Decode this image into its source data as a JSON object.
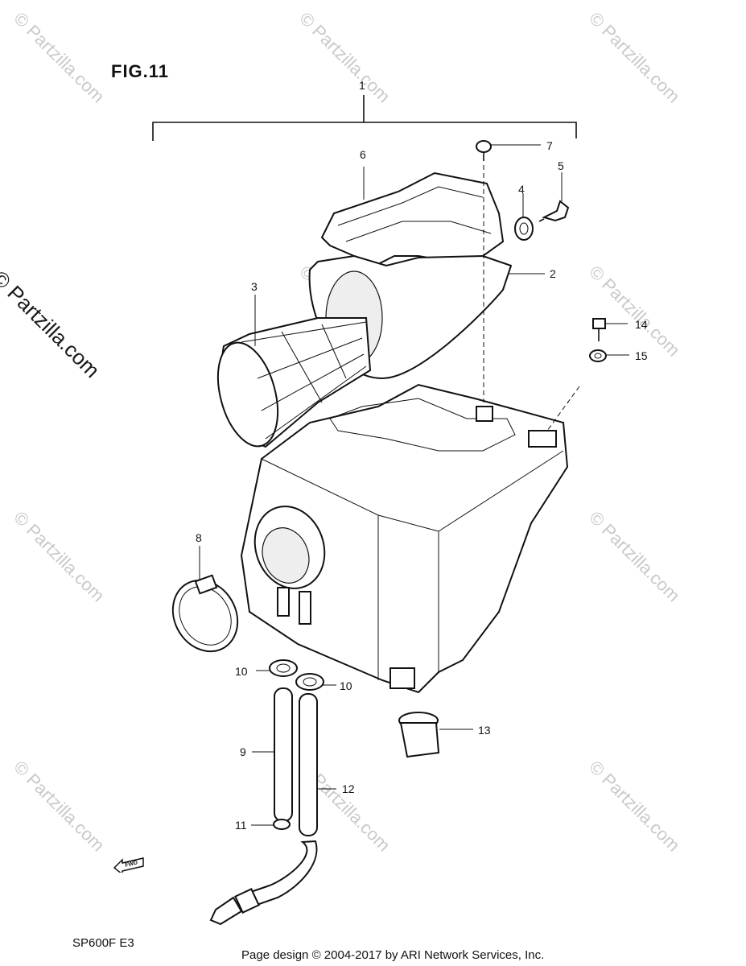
{
  "figure": {
    "title": "FIG.11",
    "model": "SP600F  E3",
    "footer": "Page design © 2004-2017 by ARI Network Services, Inc."
  },
  "watermark": {
    "text": "© Partzilla.com"
  },
  "fwd_label": "FWD",
  "callouts": [
    {
      "id": "1",
      "label": "1"
    },
    {
      "id": "2",
      "label": "2"
    },
    {
      "id": "3",
      "label": "3"
    },
    {
      "id": "4",
      "label": "4"
    },
    {
      "id": "5",
      "label": "5"
    },
    {
      "id": "6",
      "label": "6"
    },
    {
      "id": "7",
      "label": "7"
    },
    {
      "id": "8",
      "label": "8"
    },
    {
      "id": "9",
      "label": "9"
    },
    {
      "id": "10a",
      "label": "10"
    },
    {
      "id": "10b",
      "label": "10"
    },
    {
      "id": "11",
      "label": "11"
    },
    {
      "id": "12",
      "label": "12"
    },
    {
      "id": "13",
      "label": "13"
    },
    {
      "id": "14",
      "label": "14"
    },
    {
      "id": "15",
      "label": "15"
    }
  ]
}
